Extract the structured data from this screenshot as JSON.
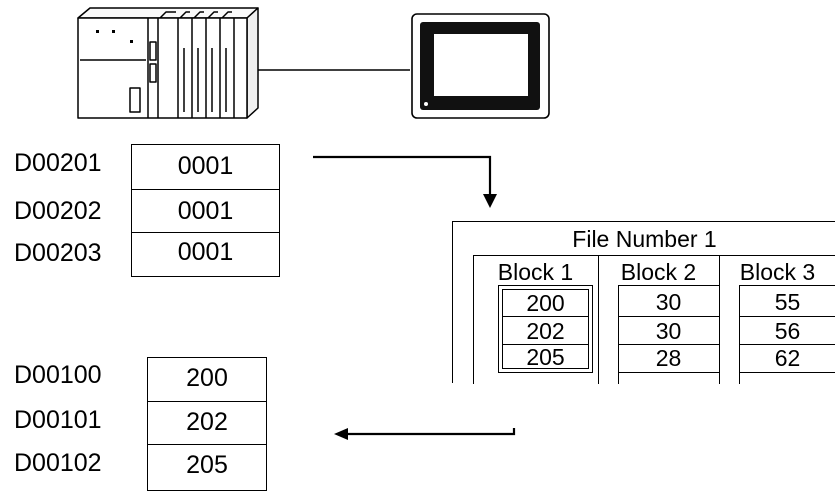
{
  "upper_registers": {
    "labels": [
      "D00201",
      "D00202",
      "D00203"
    ],
    "values": [
      "0001",
      "0001",
      "0001"
    ]
  },
  "lower_registers": {
    "labels": [
      "D00100",
      "D00101",
      "D00102"
    ],
    "values": [
      "200",
      "202",
      "205"
    ]
  },
  "file_table": {
    "title": "File Number 1",
    "blocks": [
      {
        "label": "Block 1",
        "values": [
          "200",
          "202",
          "205"
        ]
      },
      {
        "label": "Block 2",
        "values": [
          "30",
          "30",
          "28"
        ]
      },
      {
        "label": "Block 3",
        "values": [
          "55",
          "56",
          "62"
        ]
      }
    ]
  }
}
